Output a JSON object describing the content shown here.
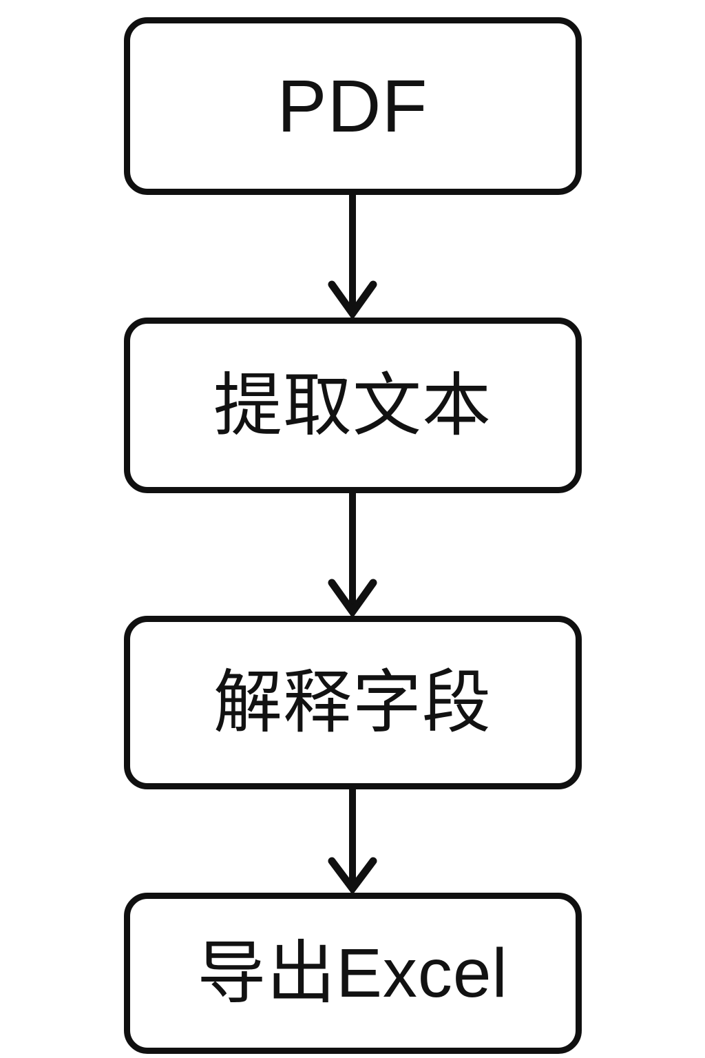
{
  "diagram": {
    "type": "flowchart",
    "direction": "top-to-bottom",
    "nodes": [
      {
        "id": "pdf",
        "label": "PDF"
      },
      {
        "id": "extract-text",
        "label": "提取文本"
      },
      {
        "id": "interpret-fields",
        "label": "解释字段"
      },
      {
        "id": "export-excel",
        "label": "导出Excel"
      }
    ],
    "edges": [
      {
        "from": "pdf",
        "to": "extract-text",
        "style": "arrow-down"
      },
      {
        "from": "extract-text",
        "to": "interpret-fields",
        "style": "arrow-down"
      },
      {
        "from": "interpret-fields",
        "to": "export-excel",
        "style": "arrow-down"
      }
    ],
    "colors": {
      "background": "#ffffff",
      "node_fill": "#ffffff",
      "node_border": "#101010",
      "text": "#121212",
      "arrow": "#101010"
    }
  }
}
